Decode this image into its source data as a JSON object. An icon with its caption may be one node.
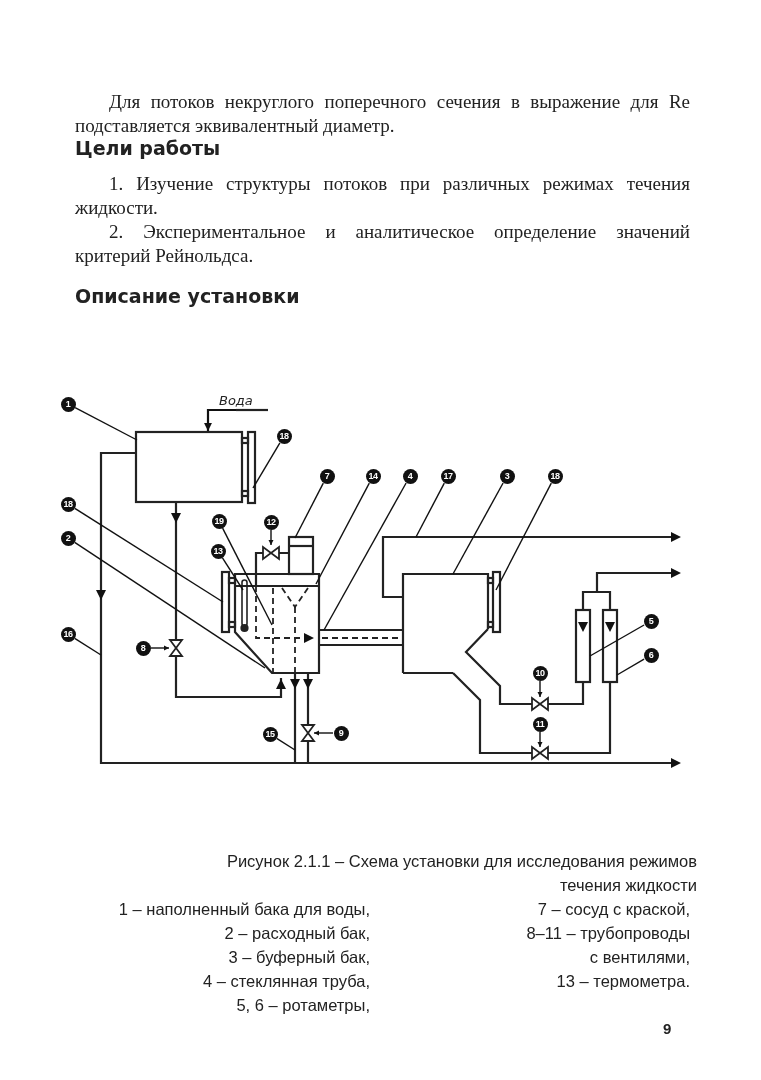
{
  "diagram": {
    "caption": "Рисунок 2.1.1 – Схема установки для исследования режимов течения жидкости",
    "nodes": [
      {
        "text": [
          "Вода"
        ]
      },
      {
        "text": [
          "1"
        ]
      },
      {
        "text": [
          "18"
        ]
      },
      {
        "text": [
          "7"
        ]
      },
      {
        "text": [
          "14"
        ]
      },
      {
        "text": [
          "4"
        ]
      },
      {
        "text": [
          "17"
        ]
      },
      {
        "text": [
          "3"
        ]
      },
      {
        "text": [
          "18"
        ]
      },
      {
        "text": [
          "18"
        ]
      },
      {
        "text": [
          "19"
        ]
      },
      {
        "text": [
          "12"
        ]
      },
      {
        "text": [
          "2"
        ]
      },
      {
        "text": [
          "13"
        ]
      },
      {
        "text": [
          "5"
        ]
      },
      {
        "text": [
          "16"
        ]
      },
      {
        "text": [
          "8"
        ]
      },
      {
        "text": [
          "6"
        ]
      },
      {
        "text": [
          "10"
        ]
      },
      {
        "text": [
          "11"
        ]
      },
      {
        "text": [
          "15"
        ]
      },
      {
        "text": [
          "9"
        ]
      }
    ],
    "edges": [
      {
        "from": 0,
        "to": null,
        "arrow": "to"
      },
      {
        "from": 1,
        "to": null,
        "arrow": "none"
      },
      {
        "from": 2,
        "to": null,
        "arrow": "none"
      },
      {
        "from": 3,
        "to": null,
        "arrow": "none"
      },
      {
        "from": 4,
        "to": null,
        "arrow": "none"
      },
      {
        "from": 5,
        "to": null,
        "arrow": "none"
      },
      {
        "from": 6,
        "to": null,
        "arrow": "none"
      },
      {
        "from": 7,
        "to": null,
        "arrow": "none"
      },
      {
        "from": 8,
        "to": null,
        "arrow": "none"
      },
      {
        "from": 9,
        "to": null,
        "arrow": "none"
      },
      {
        "from": 10,
        "to": null,
        "arrow": "none"
      },
      {
        "from": 11,
        "to": null,
        "arrow": "to"
      },
      {
        "from": 12,
        "to": null,
        "arrow": "none"
      },
      {
        "from": 13,
        "to": null,
        "arrow": "none"
      },
      {
        "from": 14,
        "to": null,
        "arrow": "none"
      },
      {
        "from": 15,
        "to": null,
        "arrow": "none"
      },
      {
        "from": 16,
        "to": null,
        "arrow": "to"
      },
      {
        "from": 17,
        "to": null,
        "arrow": "none"
      },
      {
        "from": 18,
        "to": null,
        "arrow": "to"
      },
      {
        "from": 19,
        "to": null,
        "arrow": "to"
      },
      {
        "from": 20,
        "to": null,
        "arrow": "none"
      },
      {
        "from": 21,
        "to": null,
        "arrow": "to"
      }
    ],
    "labels": [
      "Для потоков некруглого поперечного сечения в выражение для Re подставляется эквивалентный диаметр.",
      "Цели работы",
      "1. Изучение структуры потоков при различных режимах течения жидкости.",
      "2. Экспериментальное и аналитическое определение значений критерий Рейнольдса.",
      "Описание установки",
      "1 – наполненный бака для воды,",
      "2 – расходный бак,",
      "3 – буферный бак,",
      "4 – стеклянная труба,",
      "5, 6 – ротаметры,",
      "7 – сосуд с краской,",
      "8–11 – трубопроводы с вентилями,",
      "13 – термометра.",
      "9"
    ]
  }
}
